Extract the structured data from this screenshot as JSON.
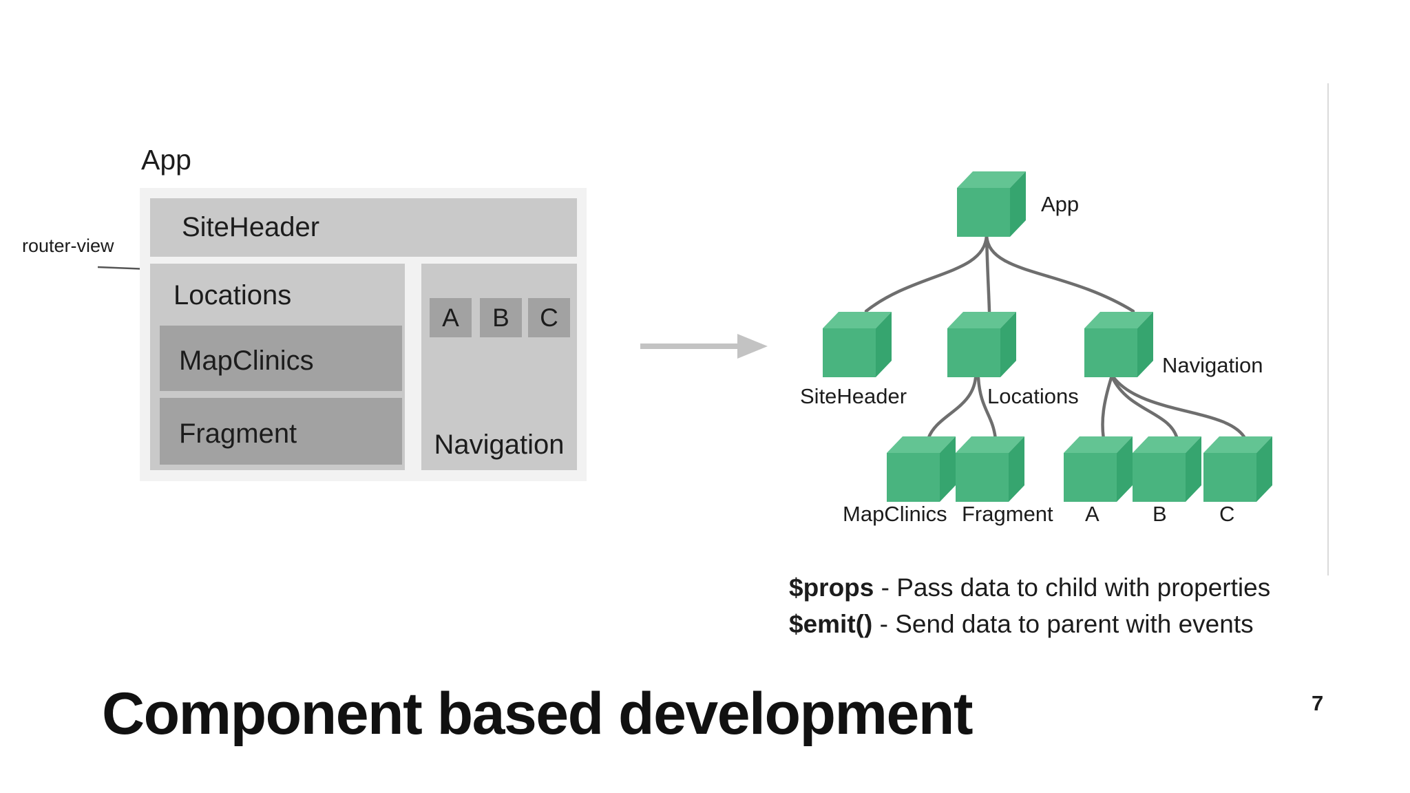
{
  "slide": {
    "title": "Component based development",
    "page_number": "7"
  },
  "wireframe": {
    "app_label": "App",
    "router_view_label": "router-view",
    "siteheader": "SiteHeader",
    "locations": "Locations",
    "mapclinics": "MapClinics",
    "fragment": "Fragment",
    "navigation": "Navigation",
    "box_a": "A",
    "box_b": "B",
    "box_c": "C"
  },
  "tree": {
    "nodes": {
      "app": "App",
      "siteheader": "SiteHeader",
      "locations": "Locations",
      "navigation": "Navigation",
      "mapclinics": "MapClinics",
      "fragment": "Fragment",
      "a": "A",
      "b": "B",
      "c": "C"
    }
  },
  "notes": {
    "props_term": "$props",
    "props_desc": "- Pass data to child with properties",
    "emit_term": "$emit()",
    "emit_desc": "- Send data to parent with events"
  },
  "colors": {
    "cube_front": "#49b47f",
    "cube_top": "#63c493",
    "cube_right": "#36a56f",
    "connector": "#6e6e6e",
    "panel": "#c9c9c9",
    "panel_dark": "#a2a2a2",
    "canvas_light": "#f2f2f2",
    "big_arrow": "#c3c3c3",
    "small_arrow": "#555555",
    "separator": "#dadada",
    "text": "#1c1c1c"
  }
}
